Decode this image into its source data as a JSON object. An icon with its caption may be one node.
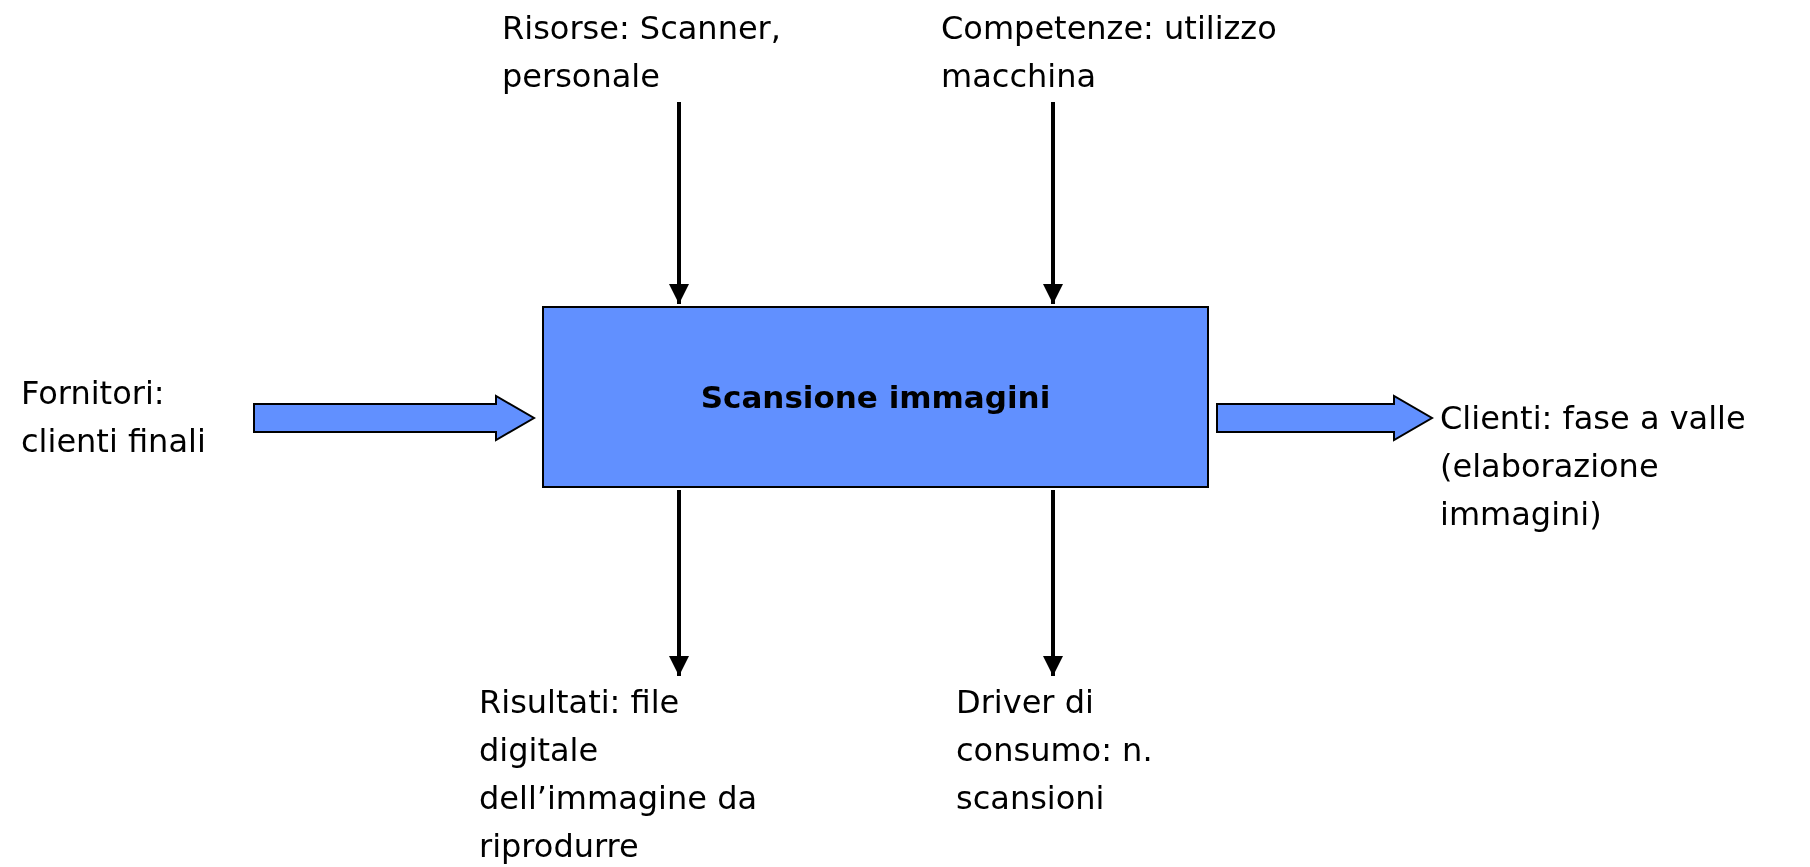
{
  "diagram": {
    "nodes": [
      {
        "text": [
          "Risorse: Scanner, personale"
        ]
      },
      {
        "text": [
          "Competenze: utilizzo macchina"
        ]
      },
      {
        "text": [
          "Fornitori: clienti finali"
        ]
      },
      {
        "text": [
          "Scansione immagini"
        ]
      },
      {
        "text": [
          "Clienti: fase a valle (elaborazione immagini)"
        ]
      },
      {
        "text": [
          "Risultati: file digitale dell’immagine da riprodurre"
        ]
      },
      {
        "text": [
          "Driver di consumo: n. scansioni"
        ]
      }
    ],
    "edges": [
      {
        "from": 0,
        "to": 3,
        "arrow": "to"
      },
      {
        "from": 1,
        "to": 3,
        "arrow": "to"
      },
      {
        "from": 2,
        "to": 3,
        "arrow": "to",
        "style": "thick",
        "color": "#6190ff"
      },
      {
        "from": 3,
        "to": 4,
        "arrow": "to",
        "style": "thick",
        "color": "#6190ff"
      },
      {
        "from": 3,
        "to": 5,
        "arrow": "to"
      },
      {
        "from": 3,
        "to": 6,
        "arrow": "to"
      }
    ]
  }
}
